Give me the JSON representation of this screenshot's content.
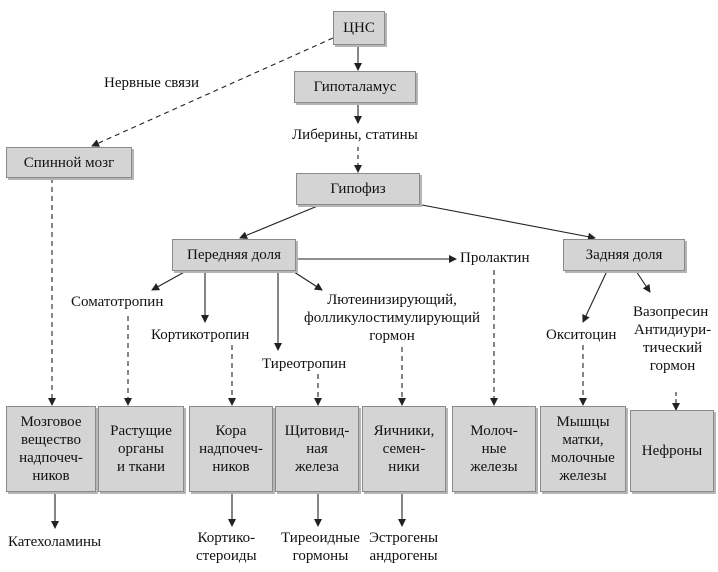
{
  "nodes": {
    "cns": "ЦНС",
    "hypothalamus": "Гипоталамус",
    "spinal_cord": "Спинной мозг",
    "pituitary": "Гипофиз",
    "anterior_lobe": "Передняя доля",
    "posterior_lobe": "Задняя доля",
    "adrenal_medulla": "Мозговое\nвещество\nнадпочеч-\nников",
    "growing_organs": "Растущие\nорганы\nи ткани",
    "adrenal_cortex": "Кора\nнадпочеч-\nников",
    "thyroid": "Щитовид-\nная\nжелеза",
    "gonads": "Яичники,\nсемен-\nники",
    "mammary": "Молоч-\nные\nжелезы",
    "uterus": "Мышцы\nматки,\nмолочные\nжелезы",
    "nephrons": "Нефроны"
  },
  "labels": {
    "nerve_links": "Нервные связи",
    "liberins": "Либерины, статины",
    "somatotropin": "Соматотропин",
    "corticotropin": "Кортикотропин",
    "thyrotropin": "Тиреотропин",
    "lh_fsh": "Лютеинизирующий,\nфолликулостимулирующий\nгормон",
    "prolactin": "Пролактин",
    "oxytocin": "Окситоцин",
    "vasopressin": "Вазопресин",
    "antidiuretic": "Антидиури-\nтический\nгормон",
    "catecholamines": "Катехоламины",
    "corticosteroids": "Кортико-\nстероиды",
    "thyroid_hormones": "Тиреоидные\nгормоны",
    "estrogens": "Эстрогены\nандрогены"
  }
}
